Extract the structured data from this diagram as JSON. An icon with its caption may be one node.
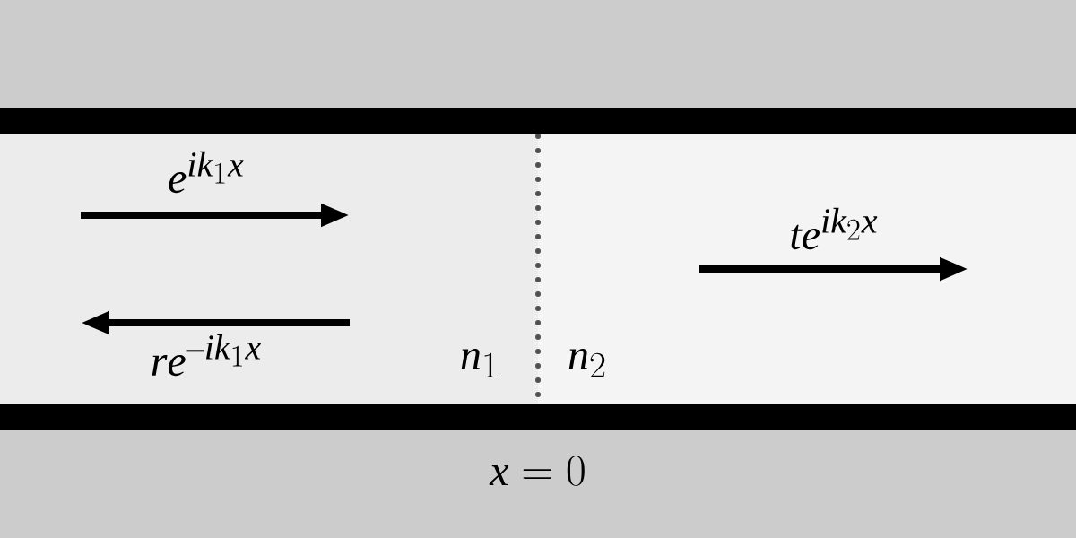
{
  "diagram": {
    "nodes": [
      {
        "text": [
          "n_1"
        ]
      },
      {
        "text": [
          "n_2"
        ]
      }
    ],
    "labels": [
      "e^{ik_1x}",
      "re^{-ik_1x}",
      "te^{ik_2x}",
      "x=0"
    ]
  }
}
